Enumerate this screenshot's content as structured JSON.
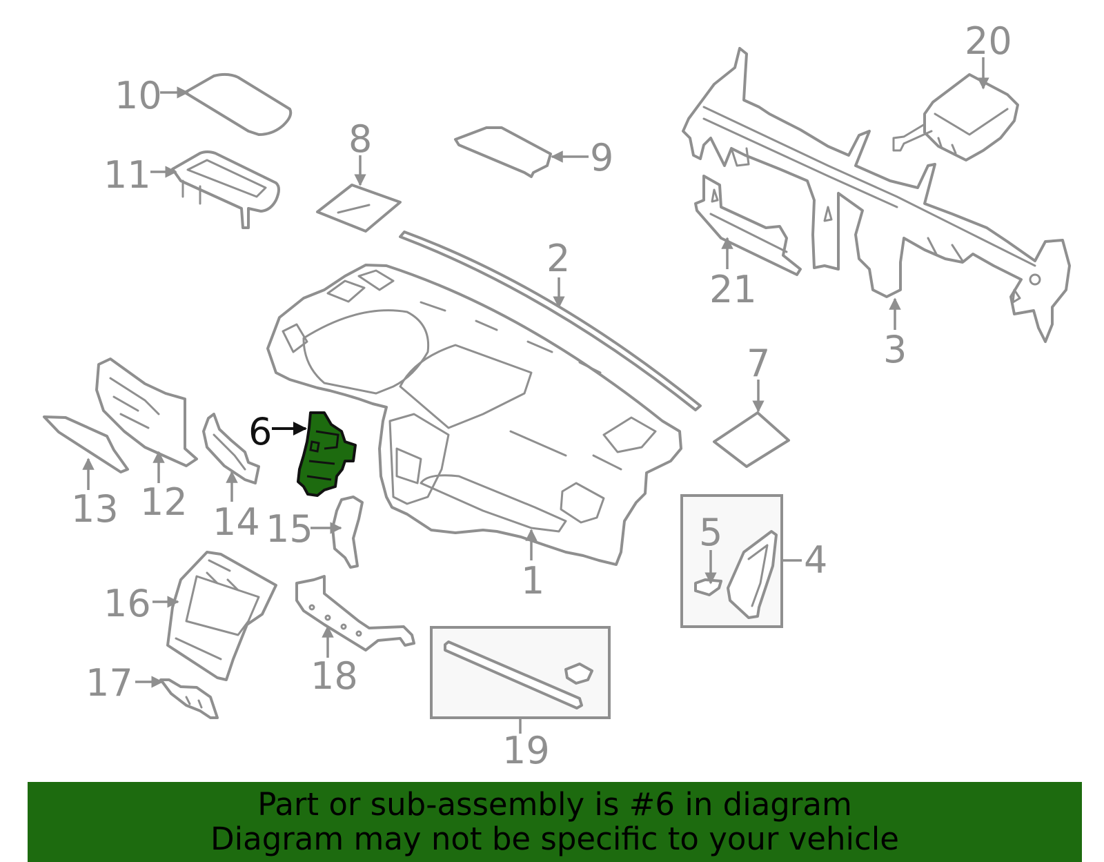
{
  "callouts": {
    "p1": "1",
    "p2": "2",
    "p3": "3",
    "p4": "4",
    "p5": "5",
    "p6": "6",
    "p7": "7",
    "p8": "8",
    "p9": "9",
    "p10": "10",
    "p11": "11",
    "p12": "12",
    "p13": "13",
    "p14": "14",
    "p15": "15",
    "p16": "16",
    "p17": "17",
    "p18": "18",
    "p19": "19",
    "p20": "20",
    "p21": "21"
  },
  "highlighted_part": "6",
  "colors": {
    "highlight": "#1d6b0f",
    "line": "#8f8f8f",
    "banner": "#1d6b0f"
  },
  "banner": {
    "line1": "Part or sub-assembly is #6 in diagram",
    "line2": "Diagram may not be specific to your vehicle"
  }
}
